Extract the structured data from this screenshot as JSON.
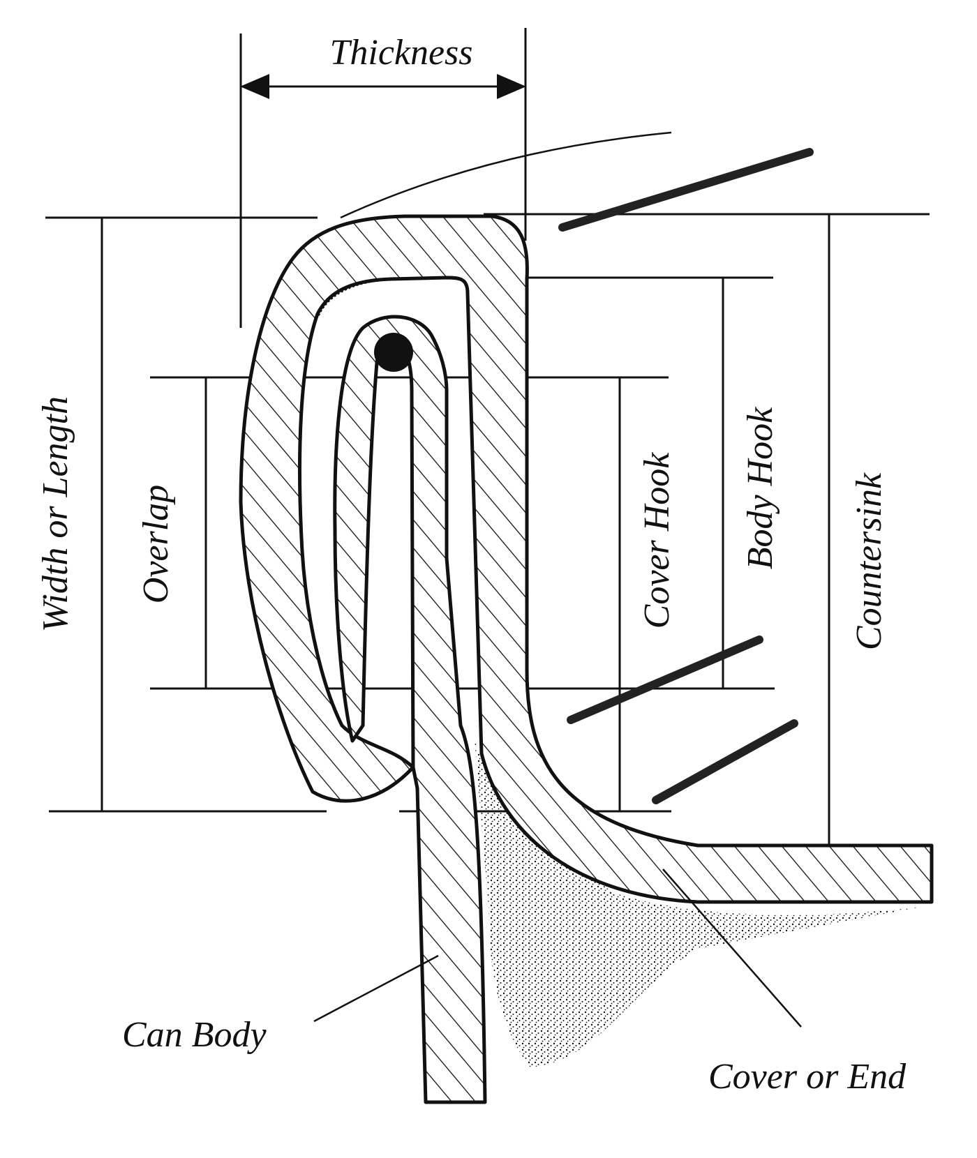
{
  "labels": {
    "thickness": "Thickness",
    "width_or_length": "Width or Length",
    "overlap": "Overlap",
    "cover_hook": "Cover Hook",
    "body_hook": "Body Hook",
    "countersink": "Countersink",
    "can_body": "Can Body",
    "cover_or_end": "Cover or End"
  }
}
